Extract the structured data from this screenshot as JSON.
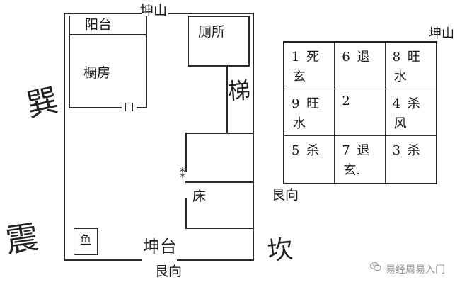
{
  "plan": {
    "top_label": "坤山",
    "balcony": "阳台",
    "kitchen": "橱房",
    "toilet": "厕所",
    "bed": "床",
    "fish": "鱼",
    "bottom_mark": "坤台",
    "bottom_label": "艮向",
    "right_label": "艮向",
    "left_top_char": "巽",
    "left_bottom_char": "震",
    "bottom_right_char": "坎",
    "right_side_char": "梯"
  },
  "grid": {
    "title": "坤山",
    "cells": [
      {
        "l1": "1 死",
        "l2": "玄"
      },
      {
        "l1": "6 退",
        "l2": ""
      },
      {
        "l1": "8 旺",
        "l2": "水"
      },
      {
        "l1": "9 旺",
        "l2": "水"
      },
      {
        "l1": "2",
        "l2": ""
      },
      {
        "l1": "4 杀",
        "l2": "风"
      },
      {
        "l1": "5 杀",
        "l2": ""
      },
      {
        "l1": "7 退",
        "l2": "玄."
      },
      {
        "l1": "3 杀",
        "l2": ""
      }
    ]
  },
  "watermark": {
    "text": "易经周易入门",
    "icon": "wechat-icon"
  }
}
